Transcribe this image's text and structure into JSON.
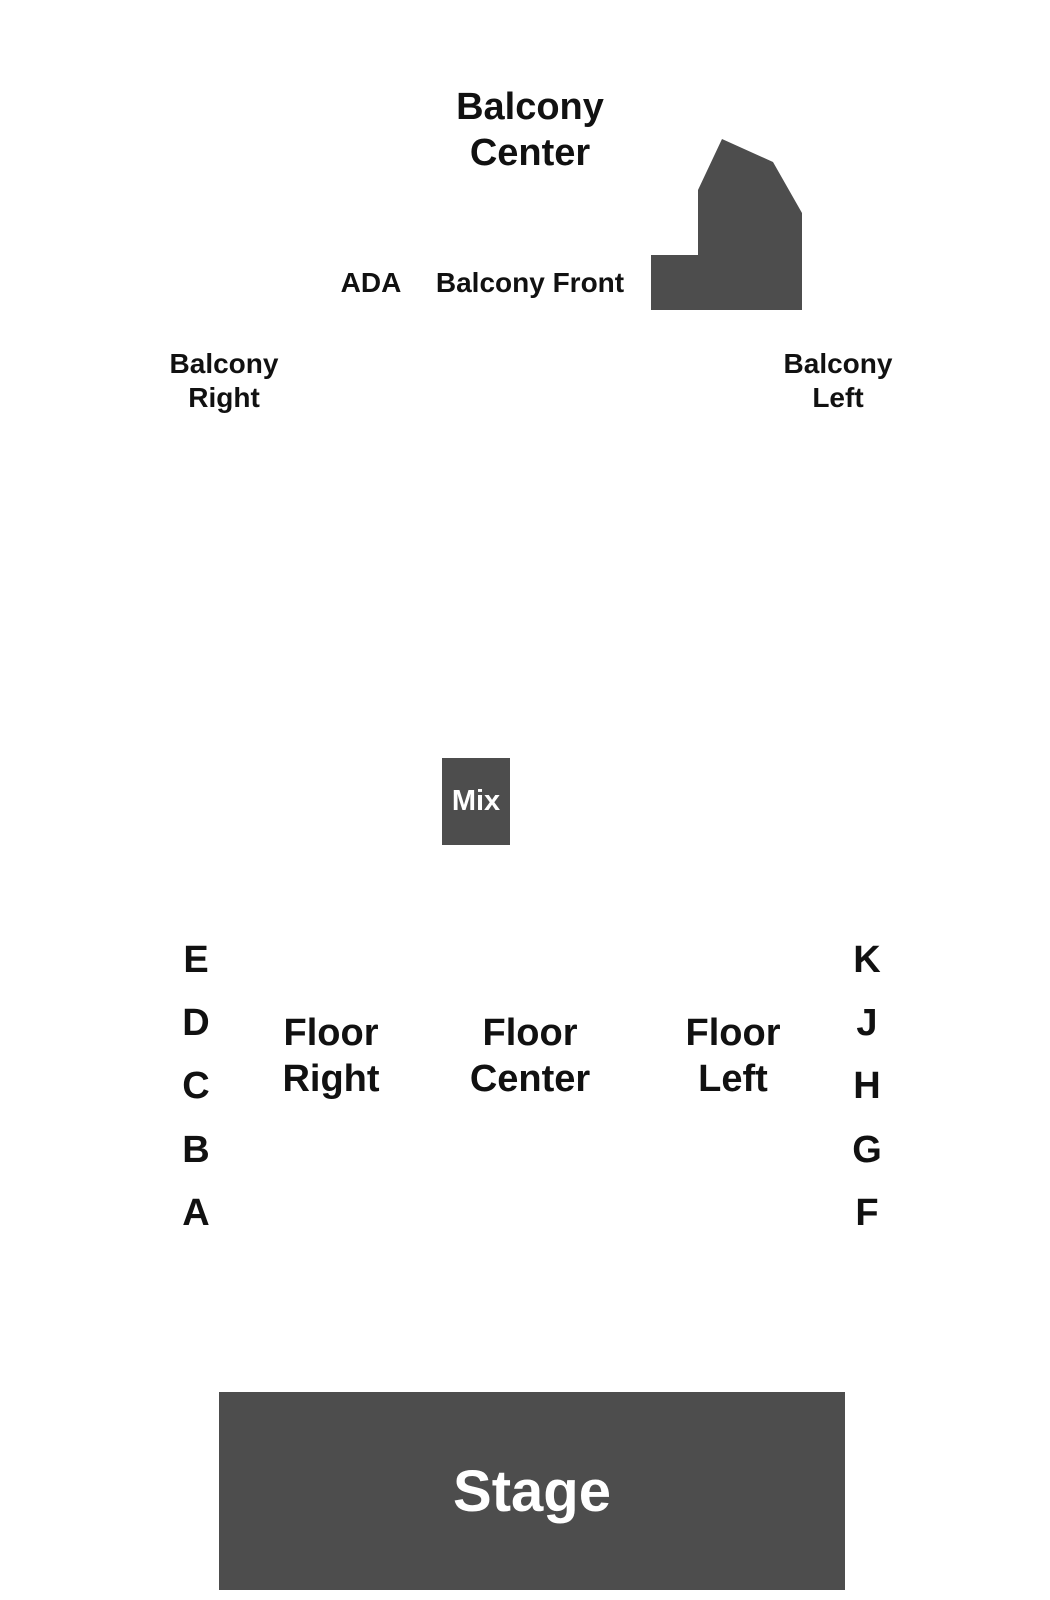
{
  "venue_map": {
    "colors": {
      "background": "#ffffff",
      "block_fill": "#4d4d4d",
      "text": "#111111",
      "block_text": "#ffffff"
    },
    "balcony": {
      "center": {
        "line1": "Balcony",
        "line2": "Center"
      },
      "front": "Balcony Front",
      "ada": "ADA",
      "right": {
        "line1": "Balcony",
        "line2": "Right"
      },
      "left": {
        "line1": "Balcony",
        "line2": "Left"
      }
    },
    "mix": "Mix",
    "floor": {
      "right": {
        "line1": "Floor",
        "line2": "Right"
      },
      "center": {
        "line1": "Floor",
        "line2": "Center"
      },
      "left": {
        "line1": "Floor",
        "line2": "Left"
      }
    },
    "rows_left": [
      "E",
      "D",
      "C",
      "B",
      "A"
    ],
    "rows_right": [
      "K",
      "J",
      "H",
      "G",
      "F"
    ],
    "stage": "Stage"
  }
}
